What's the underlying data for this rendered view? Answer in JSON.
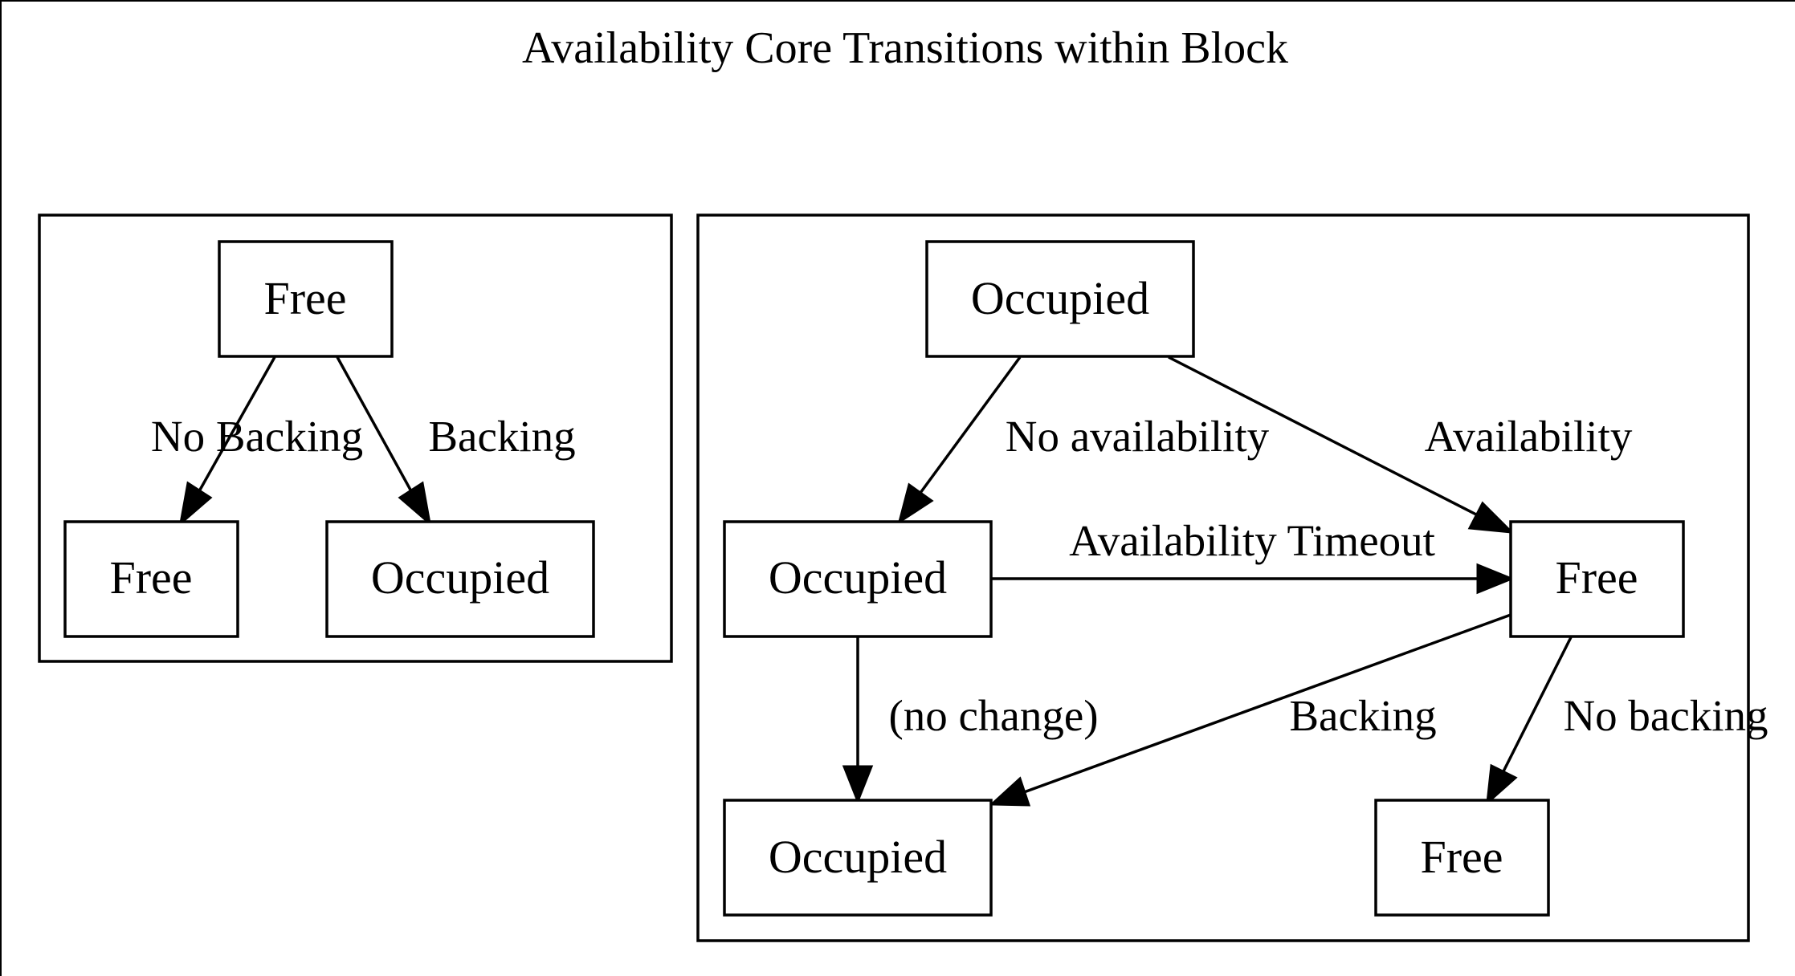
{
  "title": "Availability Core Transitions within Block",
  "clusters": {
    "left": {
      "nodes": {
        "top_free": "Free",
        "bottom_free": "Free",
        "bottom_occupied": "Occupied"
      },
      "edges": {
        "no_backing": "No Backing",
        "backing": "Backing"
      }
    },
    "right": {
      "nodes": {
        "top_occupied": "Occupied",
        "mid_occupied": "Occupied",
        "mid_free": "Free",
        "bottom_occupied": "Occupied",
        "bottom_free": "Free"
      },
      "edges": {
        "no_availability": "No availability",
        "availability": "Availability",
        "availability_timeout": "Availability Timeout",
        "no_change": "(no change)",
        "backing": "Backing",
        "no_backing": "No backing"
      }
    }
  },
  "colors": {
    "stroke": "#000000",
    "background": "#ffffff"
  }
}
